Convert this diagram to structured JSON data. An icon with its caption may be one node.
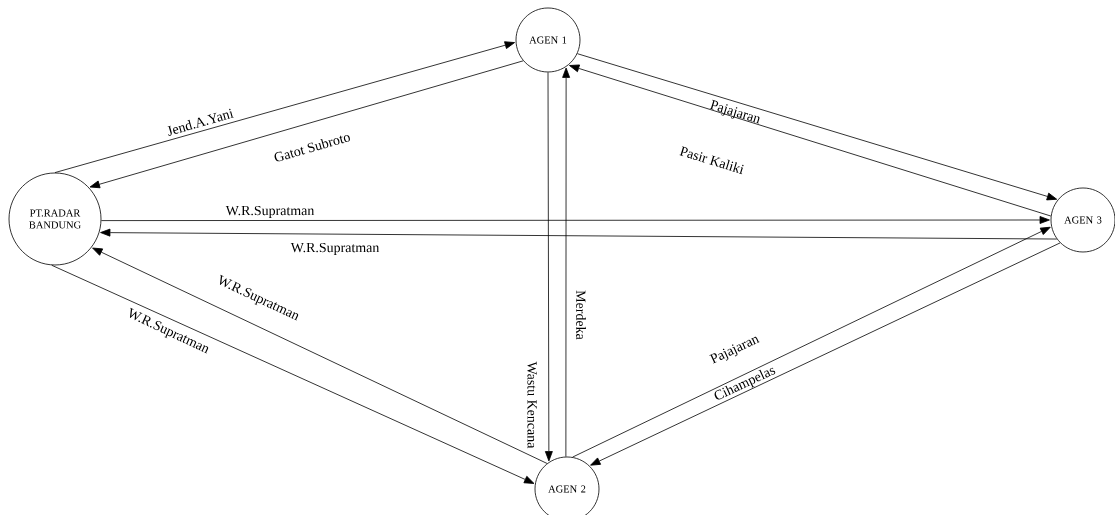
{
  "diagram": {
    "nodes": [
      {
        "text": [
          "PT.RADAR BANDUNG"
        ]
      },
      {
        "text": [
          "AGEN 1"
        ]
      },
      {
        "text": [
          "AGEN 3"
        ]
      },
      {
        "text": [
          "AGEN 2"
        ]
      }
    ],
    "edges": [
      {
        "from": 0,
        "to": 1,
        "arrow": "to",
        "label": "Jend.A.Yani"
      },
      {
        "from": 1,
        "to": 0,
        "arrow": "to",
        "label": "Gatot Subroto"
      },
      {
        "from": 1,
        "to": 2,
        "arrow": "to",
        "label": "Pajajaran"
      },
      {
        "from": 2,
        "to": 1,
        "arrow": "to",
        "label": "Pasir Kaliki"
      },
      {
        "from": 0,
        "to": 2,
        "arrow": "to",
        "label": "W.R.Supratman"
      },
      {
        "from": 2,
        "to": 0,
        "arrow": "to",
        "label": "W.R.Supratman"
      },
      {
        "from": 3,
        "to": 0,
        "arrow": "to",
        "label": "W.R.Supratman"
      },
      {
        "from": 0,
        "to": 3,
        "arrow": "to",
        "label": "W.R.Supratman"
      },
      {
        "from": 1,
        "to": 3,
        "arrow": "to",
        "label": "Wastu Kencana"
      },
      {
        "from": 3,
        "to": 1,
        "arrow": "to",
        "label": "Merdeka"
      },
      {
        "from": 3,
        "to": 2,
        "arrow": "to",
        "label": "Pajajaran"
      },
      {
        "from": 2,
        "to": 3,
        "arrow": "to",
        "label": "Cihampelas"
      }
    ]
  }
}
